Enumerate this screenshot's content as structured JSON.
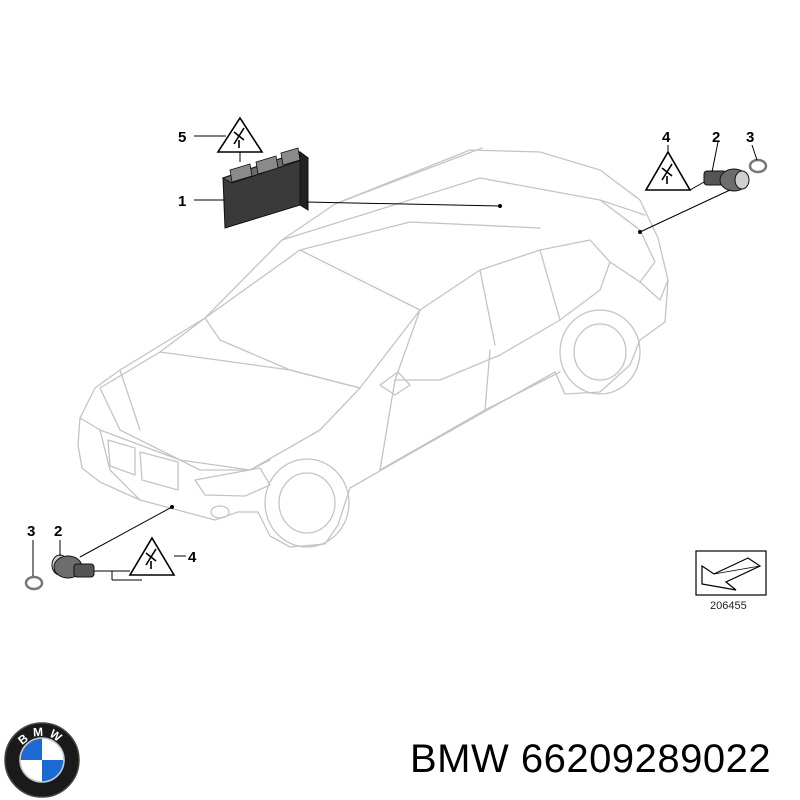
{
  "callouts": {
    "module_label": "1",
    "module_caution_label": "5",
    "rear_sensor_label": "2",
    "rear_ring_label": "3",
    "rear_caution_label": "4",
    "front_sensor_label": "2",
    "front_ring_label": "3",
    "front_caution_label": "4"
  },
  "reference_number": "206455",
  "footer": {
    "brand": "BMW",
    "part_number": "66209289022",
    "text": "BMW 66209289022"
  },
  "logo": {
    "lettering": "BMW",
    "colors": {
      "ring": "#1a1a1a",
      "blue": "#1c69d4",
      "white": "#ffffff"
    }
  }
}
